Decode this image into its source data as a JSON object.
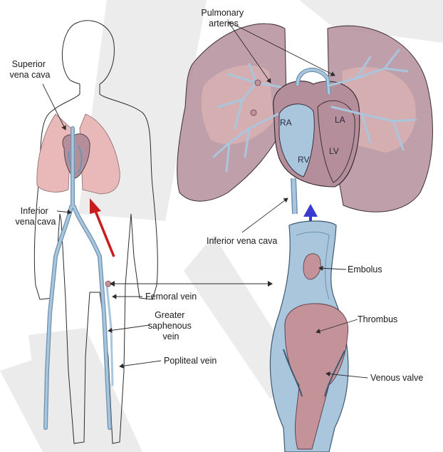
{
  "labels": {
    "pulmonary_arteries": [
      "Pulmonary",
      "arteries"
    ],
    "superior_vena_cava": [
      "Superior",
      "vena cava"
    ],
    "inferior_vena_cava_left": [
      "Inferior",
      "vena cava"
    ],
    "inferior_vena_cava_right": "Inferior vena cava",
    "femoral_vein": "Femoral vein",
    "greater_saphenous_vein": [
      "Greater",
      "saphenous",
      "vein"
    ],
    "popliteal_vein": "Popliteal vein",
    "embolus": "Embolus",
    "thrombus": "Thrombus",
    "venous_valve": "Venous valve",
    "ra": "RA",
    "la": "LA",
    "rv": "RV",
    "lv": "LV"
  },
  "colors": {
    "vein": "#a9c6dc",
    "vein_dark": "#6f93b3",
    "lung": "#b48e9a",
    "lung_light": "#e8b9b8",
    "clot": "#c4939a",
    "flow_arrow_red": "#c81d1d",
    "flow_arrow_blue": "#3b3bd1",
    "watermark": "#d9d9d9"
  },
  "icons": {
    "flow_up_red": "arrow-up-right-icon",
    "flow_up_blue": "arrow-up-icon",
    "link_arrow": "double-arrow-icon"
  }
}
